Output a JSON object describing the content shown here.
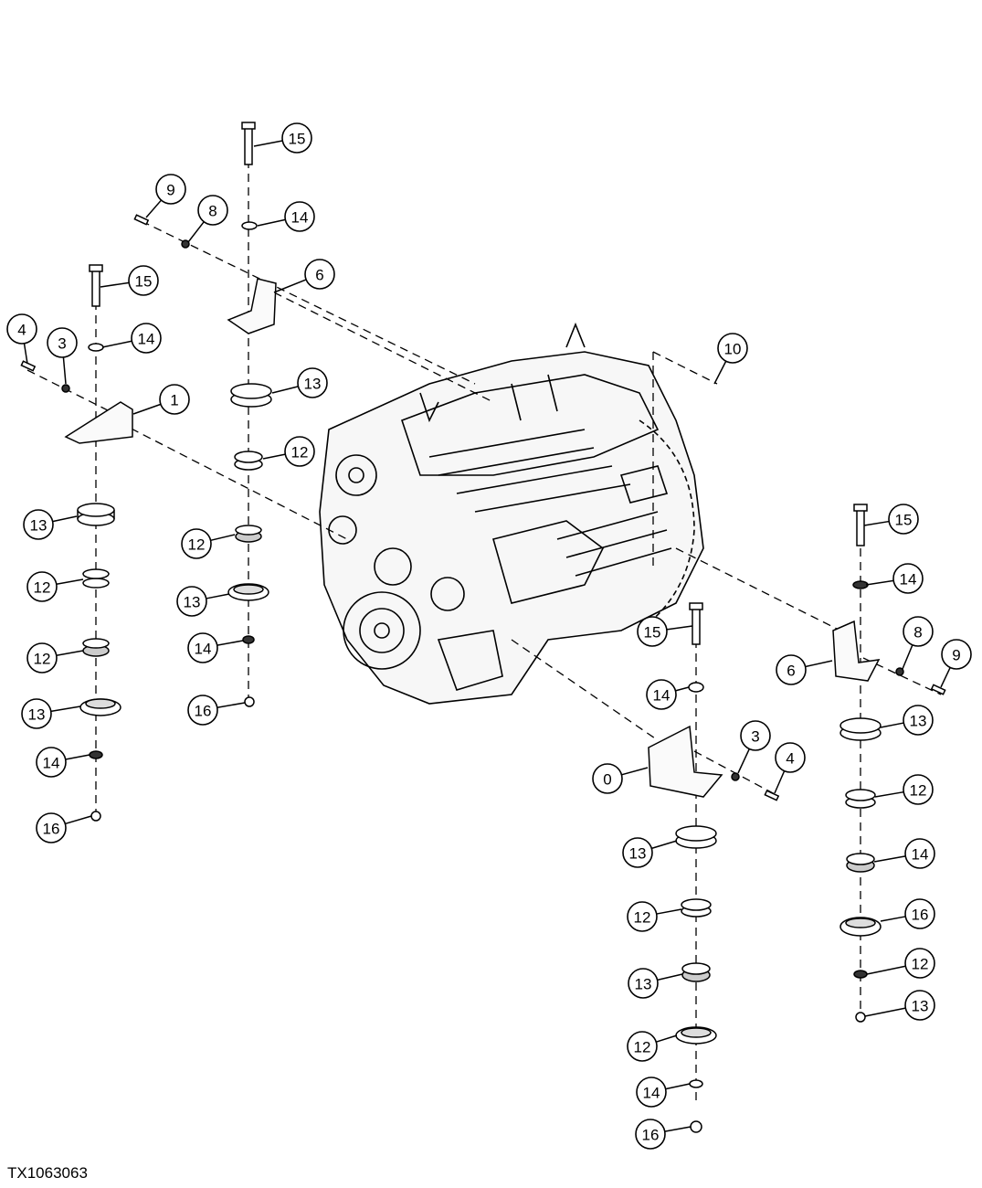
{
  "figure_id": "TX1063063",
  "callouts": [
    {
      "label": "15"
    },
    {
      "label": "9"
    },
    {
      "label": "8"
    },
    {
      "label": "14"
    },
    {
      "label": "6"
    },
    {
      "label": "15"
    },
    {
      "label": "4"
    },
    {
      "label": "3"
    },
    {
      "label": "14"
    },
    {
      "label": "1"
    },
    {
      "label": "13"
    },
    {
      "label": "12"
    },
    {
      "label": "10"
    },
    {
      "label": "13"
    },
    {
      "label": "12"
    },
    {
      "label": "12"
    },
    {
      "label": "12"
    },
    {
      "label": "13"
    },
    {
      "label": "13"
    },
    {
      "label": "14"
    },
    {
      "label": "16"
    },
    {
      "label": "14"
    },
    {
      "label": "16"
    },
    {
      "label": "15"
    },
    {
      "label": "14"
    },
    {
      "label": "15"
    },
    {
      "label": "14"
    },
    {
      "label": "6"
    },
    {
      "label": "8"
    },
    {
      "label": "9"
    },
    {
      "label": "13"
    },
    {
      "label": "3"
    },
    {
      "label": "4"
    },
    {
      "label": "0"
    },
    {
      "label": "12"
    },
    {
      "label": "13"
    },
    {
      "label": "12"
    },
    {
      "label": "13"
    },
    {
      "label": "12"
    },
    {
      "label": "14"
    },
    {
      "label": "16"
    },
    {
      "label": "12"
    },
    {
      "label": "13"
    },
    {
      "label": "14"
    },
    {
      "label": "16"
    }
  ],
  "colors": {
    "line": "#000000",
    "background": "#ffffff",
    "part_fill": "#e8e8e8"
  }
}
